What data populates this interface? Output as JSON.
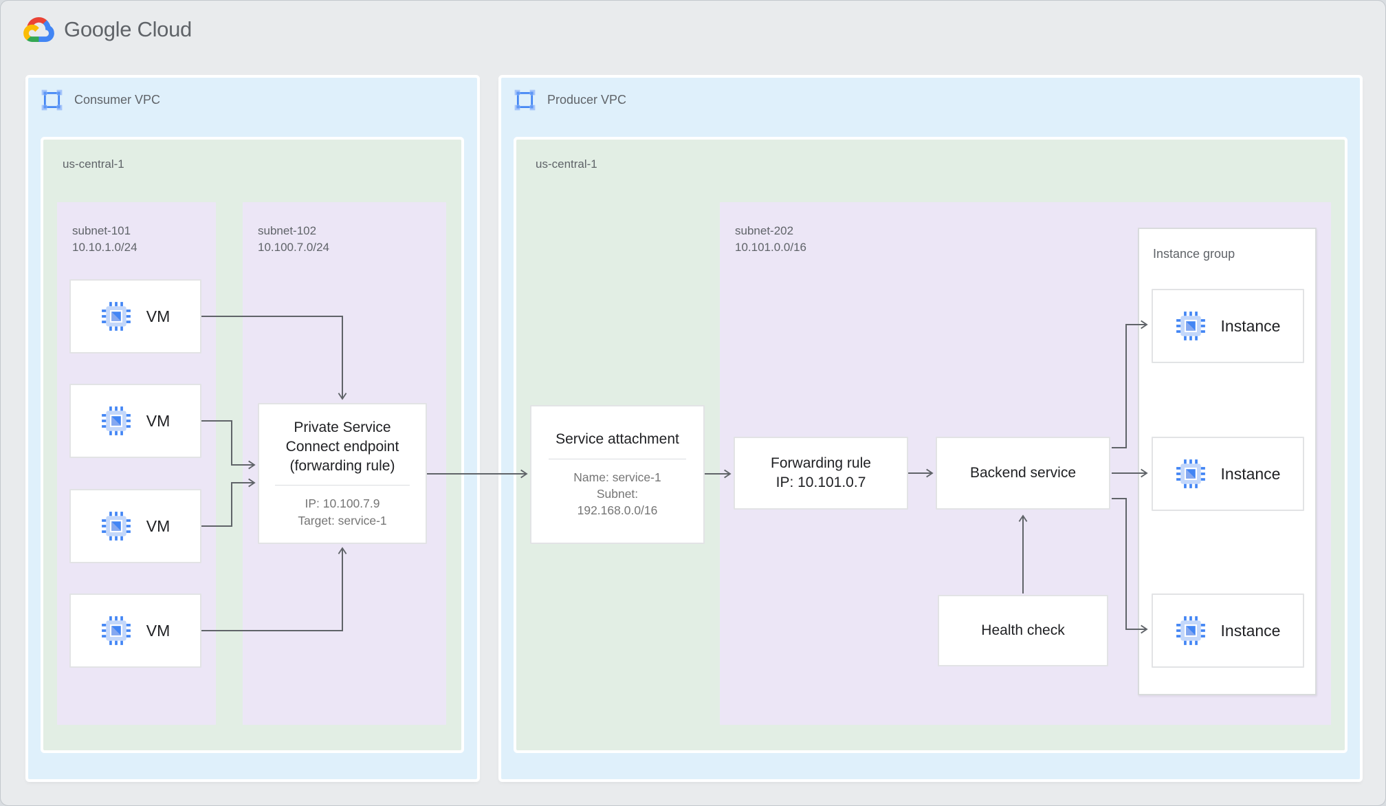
{
  "page": {
    "logo_text": "Google Cloud"
  },
  "colors": {
    "page_bg": "#e9ebed",
    "vpc_bg": "#dff0fb",
    "region_bg": "#e2eee4",
    "subnet_bg": "#ece6f6",
    "arrow": "#5f6368",
    "title_text": "#202124",
    "muted_text": "#5f6368",
    "sub_text": "#757575",
    "google_blue": "#4285f4",
    "google_red": "#ea4335",
    "google_yellow": "#fbbc05",
    "google_green": "#34a853"
  },
  "consumer_vpc": {
    "label": "Consumer VPC",
    "region": {
      "label": "us-central-1",
      "subnet101": {
        "name": "subnet-101",
        "cidr": "10.10.1.0/24",
        "vms": [
          "VM",
          "VM",
          "VM",
          "VM"
        ]
      },
      "subnet102": {
        "name": "subnet-102",
        "cidr": "10.100.7.0/24",
        "psc_endpoint": {
          "title": "Private Service Connect endpoint (forwarding rule)",
          "ip": "IP: 10.100.7.9",
          "target": "Target: service-1"
        }
      }
    }
  },
  "producer_vpc": {
    "label": "Producer VPC",
    "region": {
      "label": "us-central-1",
      "service_attachment": {
        "title": "Service attachment",
        "name": "Name: service-1",
        "subnet_label": "Subnet:",
        "subnet_cidr": "192.168.0.0/16"
      },
      "subnet202": {
        "name": "subnet-202",
        "cidr": "10.101.0.0/16",
        "forwarding_rule": {
          "title": "Forwarding rule",
          "ip": "IP: 10.101.0.7"
        },
        "backend_service": {
          "title": "Backend service"
        },
        "health_check": {
          "title": "Health check"
        },
        "instance_group": {
          "label": "Instance group",
          "instances": [
            "Instance",
            "Instance",
            "Instance"
          ]
        }
      }
    }
  }
}
